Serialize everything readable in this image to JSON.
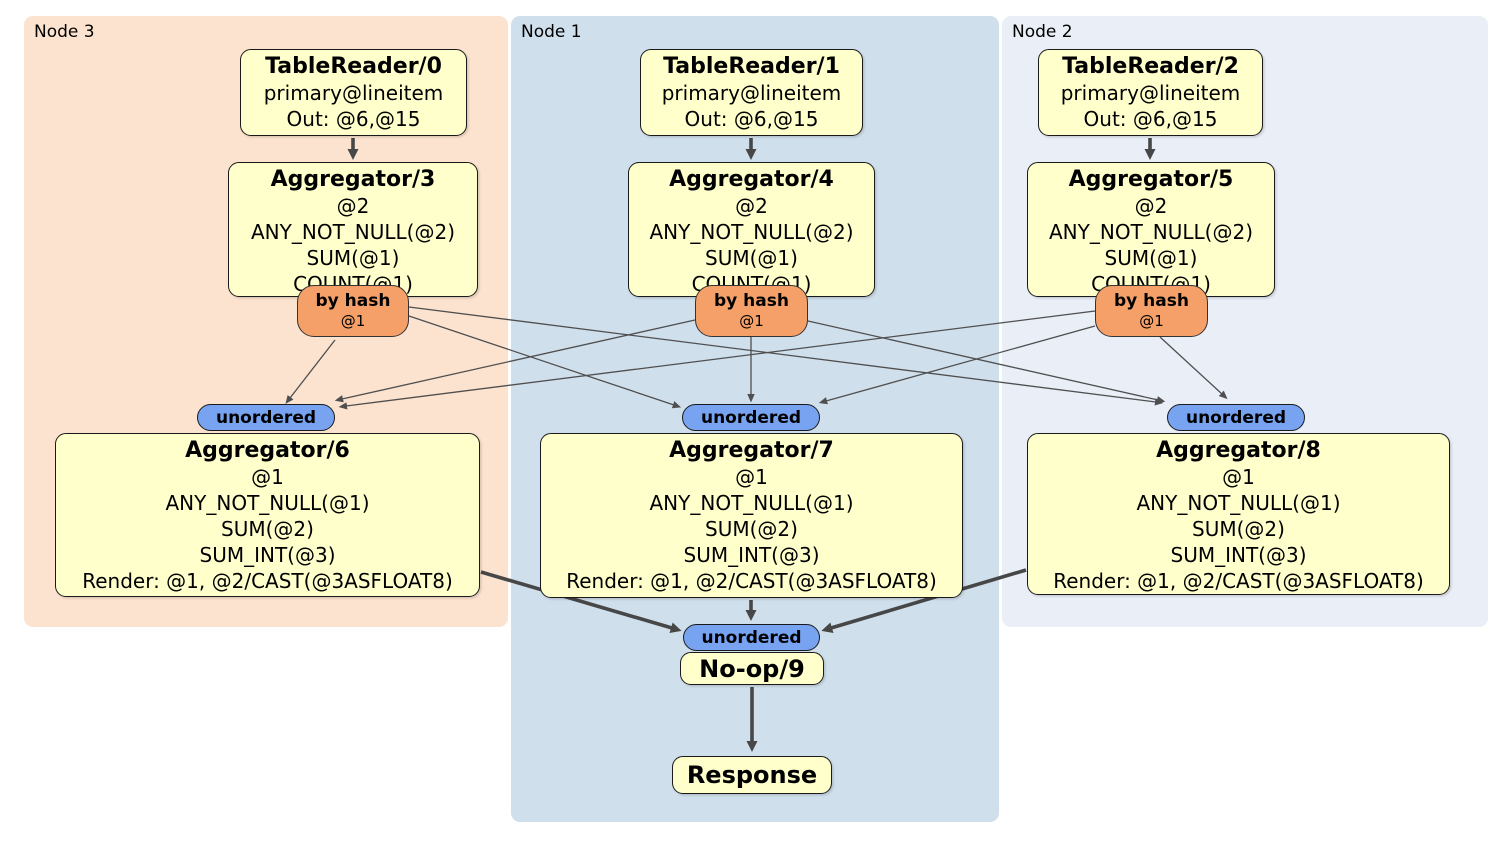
{
  "panels": {
    "node3": {
      "label": "Node 3"
    },
    "node1": {
      "label": "Node 1"
    },
    "node2": {
      "label": "Node 2"
    }
  },
  "processors": {
    "tr0": {
      "title": "TableReader/0",
      "lines": [
        "primary@lineitem",
        "Out: @6,@15"
      ]
    },
    "tr1": {
      "title": "TableReader/1",
      "lines": [
        "primary@lineitem",
        "Out: @6,@15"
      ]
    },
    "tr2": {
      "title": "TableReader/2",
      "lines": [
        "primary@lineitem",
        "Out: @6,@15"
      ]
    },
    "agg3": {
      "title": "Aggregator/3",
      "lines": [
        "@2",
        "ANY_NOT_NULL(@2)",
        "SUM(@1)",
        "COUNT(@1)"
      ]
    },
    "agg4": {
      "title": "Aggregator/4",
      "lines": [
        "@2",
        "ANY_NOT_NULL(@2)",
        "SUM(@1)",
        "COUNT(@1)"
      ]
    },
    "agg5": {
      "title": "Aggregator/5",
      "lines": [
        "@2",
        "ANY_NOT_NULL(@2)",
        "SUM(@1)",
        "COUNT(@1)"
      ]
    },
    "agg6": {
      "title": "Aggregator/6",
      "lines": [
        "@1",
        "ANY_NOT_NULL(@1)",
        "SUM(@2)",
        "SUM_INT(@3)",
        "Render: @1, @2/CAST(@3ASFLOAT8)"
      ]
    },
    "agg7": {
      "title": "Aggregator/7",
      "lines": [
        "@1",
        "ANY_NOT_NULL(@1)",
        "SUM(@2)",
        "SUM_INT(@3)",
        "Render: @1, @2/CAST(@3ASFLOAT8)"
      ]
    },
    "agg8": {
      "title": "Aggregator/8",
      "lines": [
        "@1",
        "ANY_NOT_NULL(@1)",
        "SUM(@2)",
        "SUM_INT(@3)",
        "Render: @1, @2/CAST(@3ASFLOAT8)"
      ]
    },
    "noop": {
      "title": "No-op/9"
    },
    "response": {
      "title": "Response"
    }
  },
  "routers": {
    "r3": {
      "label": "by hash",
      "detail": "@1"
    },
    "r4": {
      "label": "by hash",
      "detail": "@1"
    },
    "r5": {
      "label": "by hash",
      "detail": "@1"
    }
  },
  "synchronizers": {
    "s6": {
      "label": "unordered"
    },
    "s7": {
      "label": "unordered"
    },
    "s8": {
      "label": "unordered"
    },
    "s9": {
      "label": "unordered"
    }
  },
  "colors": {
    "node3_bg": "#FCE3CF",
    "node1_bg": "#D0DFEC",
    "node2_bg": "#E9EEF7",
    "box_bg": "#FFFFCC",
    "box_border": "#1A1A1A",
    "router_bg": "#F5A068",
    "router_border": "#333333",
    "sync_bg": "#77A3F1",
    "sync_border": "#1A1A1A",
    "edge_thin": "#4F4F4F",
    "edge_thick": "#474747"
  }
}
